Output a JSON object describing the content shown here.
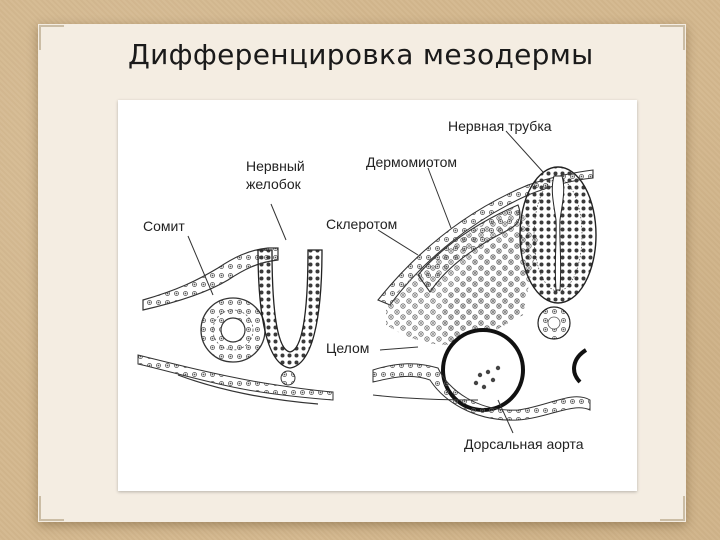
{
  "slide": {
    "title": "Дифференцировка мезодермы"
  },
  "diagram": {
    "labels": {
      "neural_groove": [
        "Нервный",
        "желобок"
      ],
      "somite": "Сомит",
      "neural_tube": "Нервная трубка",
      "dermomyotome": "Дермомиотом",
      "sclerotome": "Склеротом",
      "coelom": "Целом",
      "dorsal_aorta": "Дорсальная аорта"
    }
  },
  "colors": {
    "background": "#d4b88e",
    "paper": "#f4ede2",
    "ink": "#1a1a1a"
  }
}
